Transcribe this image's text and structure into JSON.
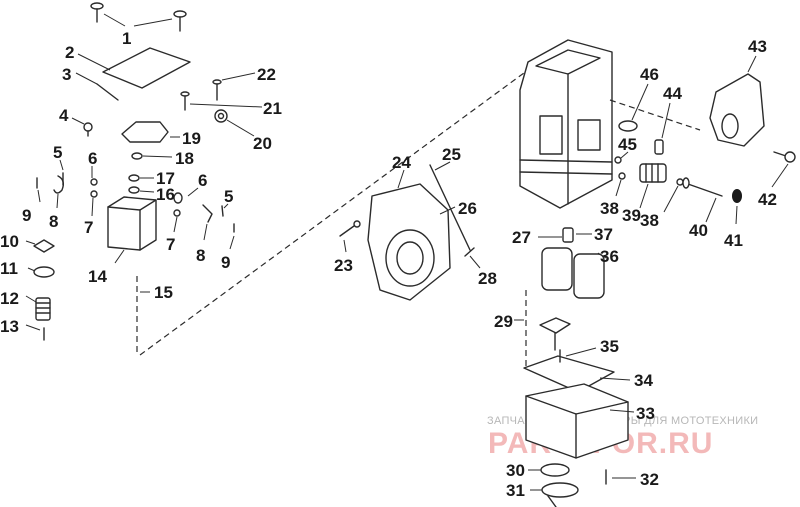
{
  "callouts": [
    {
      "id": "1",
      "text": "1"
    },
    {
      "id": "2",
      "text": "2"
    },
    {
      "id": "3",
      "text": "3"
    },
    {
      "id": "4",
      "text": "4"
    },
    {
      "id": "5",
      "text": "5"
    },
    {
      "id": "5b",
      "text": "5"
    },
    {
      "id": "6",
      "text": "6"
    },
    {
      "id": "6b",
      "text": "6"
    },
    {
      "id": "7",
      "text": "7"
    },
    {
      "id": "7b",
      "text": "7"
    },
    {
      "id": "8",
      "text": "8"
    },
    {
      "id": "8b",
      "text": "8"
    },
    {
      "id": "9",
      "text": "9"
    },
    {
      "id": "9b",
      "text": "9"
    },
    {
      "id": "10",
      "text": "10"
    },
    {
      "id": "11",
      "text": "11"
    },
    {
      "id": "12",
      "text": "12"
    },
    {
      "id": "13",
      "text": "13"
    },
    {
      "id": "14",
      "text": "14"
    },
    {
      "id": "15",
      "text": "15"
    },
    {
      "id": "16",
      "text": "16"
    },
    {
      "id": "17",
      "text": "17"
    },
    {
      "id": "18",
      "text": "18"
    },
    {
      "id": "19",
      "text": "19"
    },
    {
      "id": "20",
      "text": "20"
    },
    {
      "id": "21",
      "text": "21"
    },
    {
      "id": "22",
      "text": "22"
    },
    {
      "id": "23",
      "text": "23"
    },
    {
      "id": "24",
      "text": "24"
    },
    {
      "id": "25",
      "text": "25"
    },
    {
      "id": "26",
      "text": "26"
    },
    {
      "id": "27",
      "text": "27"
    },
    {
      "id": "28",
      "text": "28"
    },
    {
      "id": "29",
      "text": "29"
    },
    {
      "id": "30",
      "text": "30"
    },
    {
      "id": "31",
      "text": "31"
    },
    {
      "id": "32",
      "text": "32"
    },
    {
      "id": "33",
      "text": "33"
    },
    {
      "id": "34",
      "text": "34"
    },
    {
      "id": "35",
      "text": "35"
    },
    {
      "id": "36",
      "text": "36"
    },
    {
      "id": "37",
      "text": "37"
    },
    {
      "id": "38",
      "text": "38"
    },
    {
      "id": "38b",
      "text": "38"
    },
    {
      "id": "39",
      "text": "39"
    },
    {
      "id": "40",
      "text": "40"
    },
    {
      "id": "41",
      "text": "41"
    },
    {
      "id": "42",
      "text": "42"
    },
    {
      "id": "43",
      "text": "43"
    },
    {
      "id": "44",
      "text": "44"
    },
    {
      "id": "45",
      "text": "45"
    },
    {
      "id": "46",
      "text": "46"
    }
  ],
  "watermark": {
    "tagline": "ЗАПЧАСТИ И АКСЕССУАРЫ ДЛЯ МОТОТЕХНИКИ",
    "logo": "PARTSFOR.RU"
  },
  "colors": {
    "line": "#2b2b2b",
    "watermark_logo": "#f3b9b9",
    "watermark_text": "#b7b7b7"
  }
}
